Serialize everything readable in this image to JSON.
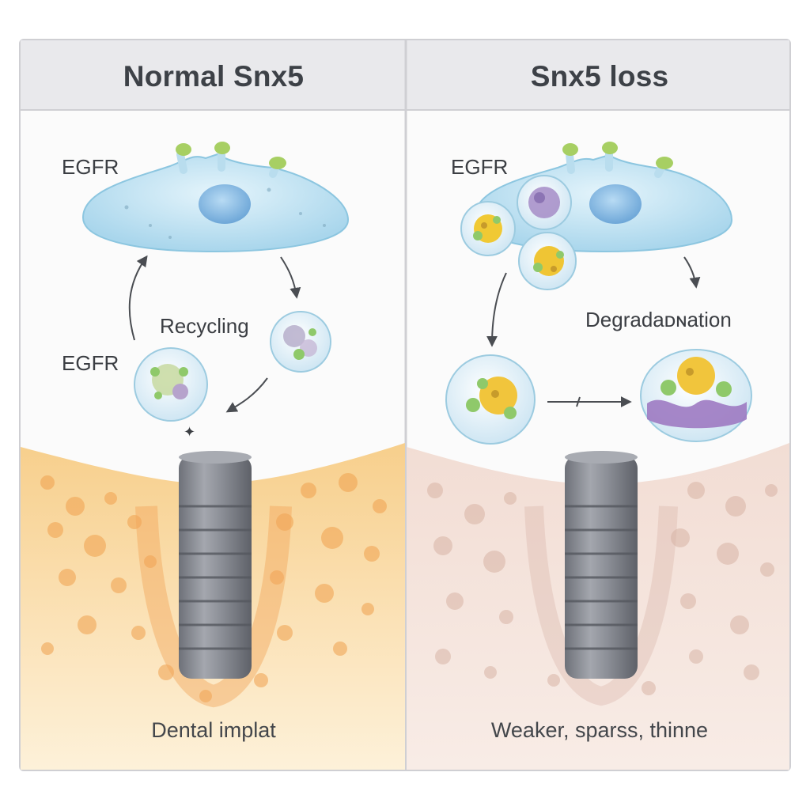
{
  "panels": {
    "left": {
      "title": "Normal Snx5",
      "labels": {
        "egfr_top": "EGFR",
        "egfr_bottom": "EGFR",
        "process": "Recycling",
        "caption": "Dental implat"
      }
    },
    "right": {
      "title": "Snx5 loss",
      "labels": {
        "egfr_top": "EGFR",
        "process": "Degradaᴅɴation",
        "caption": "Weaker, sparss, thinne"
      }
    }
  },
  "colors": {
    "header_bg": "#e9e9ec",
    "cell_blue": "#bfe2f1",
    "nucleus_blue": "#8ebfe6",
    "bone_healthy": "#f1a958",
    "bone_weak": "#d9b6a8",
    "implant_gray": "#7c7f87"
  }
}
